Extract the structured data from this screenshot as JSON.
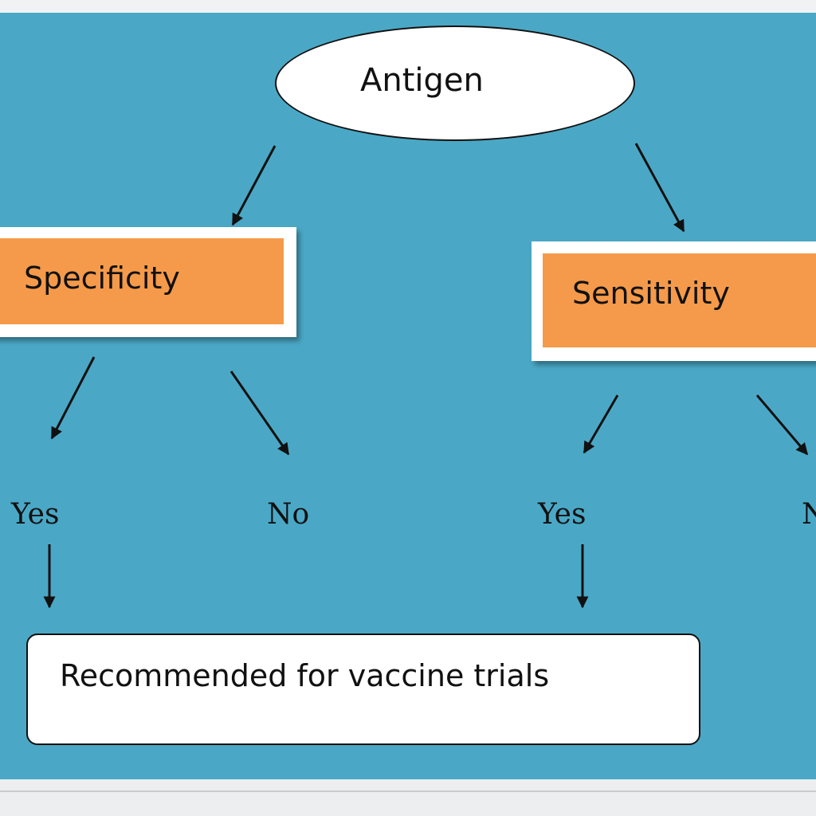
{
  "diagram": {
    "root": {
      "label": "Antigen"
    },
    "branches": [
      {
        "label": "Specificity",
        "yes": "Yes",
        "no": "No"
      },
      {
        "label": "Sensitivity",
        "yes": "Yes",
        "no": "N"
      }
    ],
    "result": {
      "label": "Recommended for vaccine trials"
    }
  },
  "colors": {
    "background_panel": "#4aa8c6",
    "criteria_box": "#f59a4a",
    "box_border": "#ffffff",
    "arrow": "#111111"
  }
}
